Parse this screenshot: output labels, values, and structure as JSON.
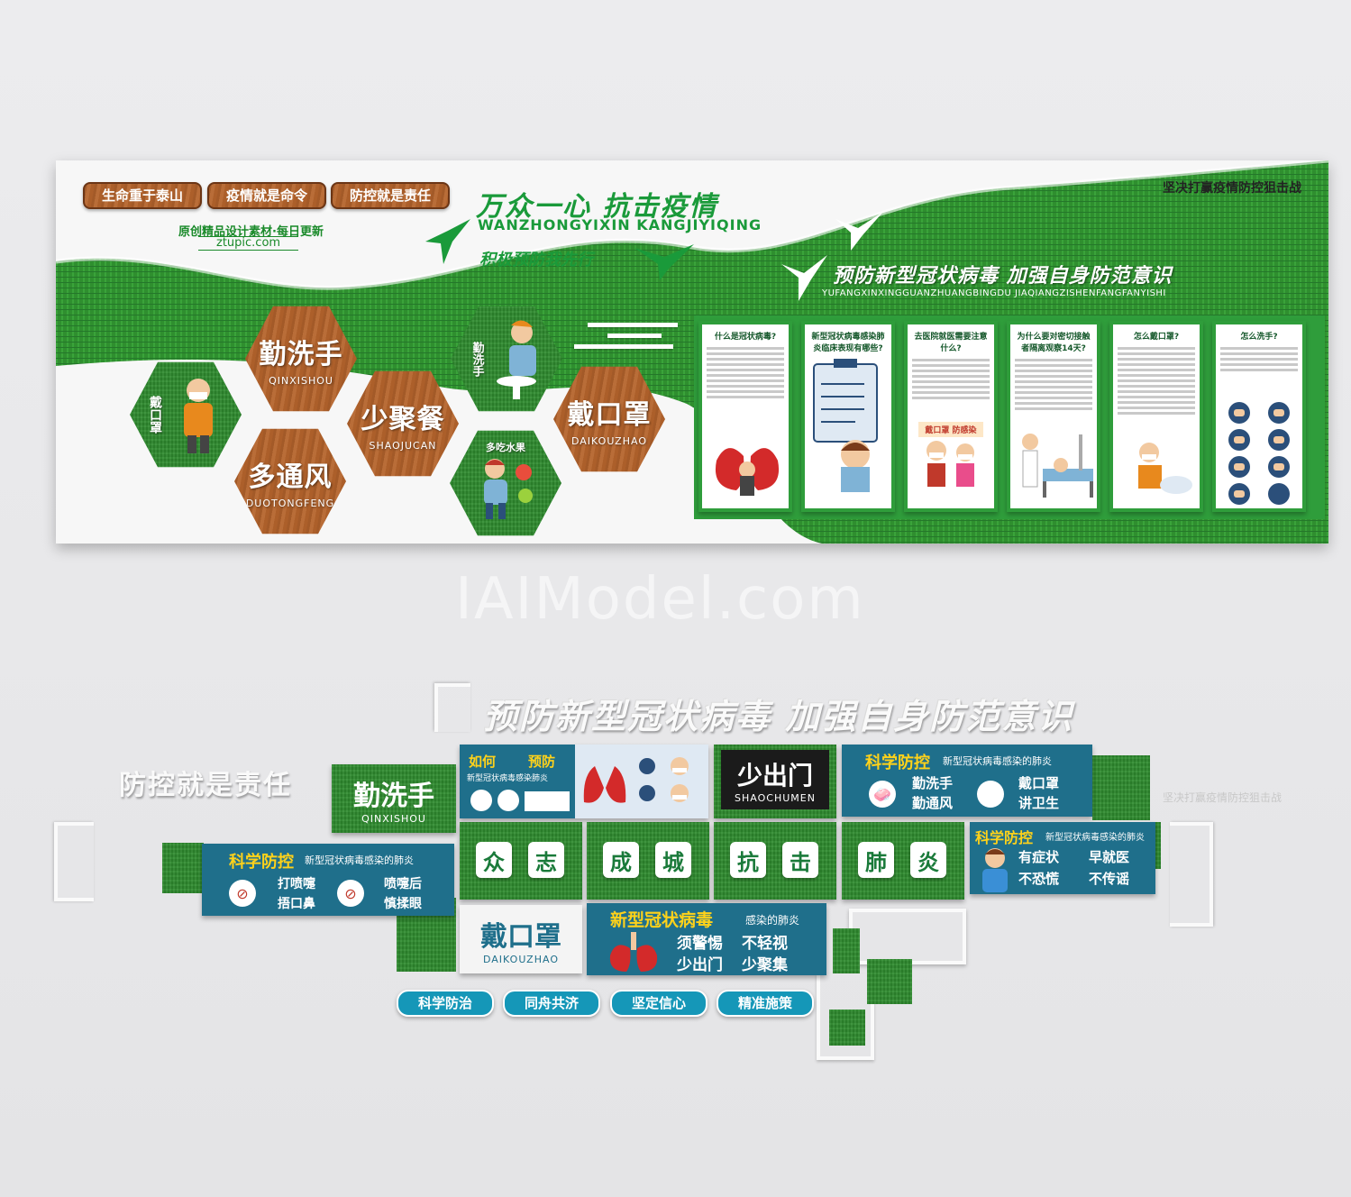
{
  "top_wall": {
    "pills": [
      "生命重于泰山",
      "疫情就是命令",
      "防控就是责任"
    ],
    "promo_line1": "原创精品设计素材·每日更新",
    "promo_line2": "ztupic.com",
    "main_title": "万众一心  抗击疫情",
    "main_pinyin": "WANZHONGYIXIN  KANGJIYIQING",
    "sub_title": "积极预防我先行",
    "corner_slogan": "坚决打赢疫情防控狙击战",
    "band_title": "预防新型冠状病毒  加强自身防范意识",
    "band_pinyin": "YUFANGXINXINGGUANZHUANGBINGDU  JIAQIANGZISHENFANGFANYISHI",
    "hexes": [
      {
        "text": "勤洗手",
        "pinyin": "QINXISHOU"
      },
      {
        "text": "少聚餐",
        "pinyin": "SHAOJUCAN"
      },
      {
        "text": "戴口罩",
        "pinyin": "DAIKOUZHAO"
      },
      {
        "text": "多通风",
        "pinyin": "DUOTONGFENG"
      }
    ],
    "icon_hexes": [
      "戴口罩",
      "勤洗手",
      "多吃水果"
    ],
    "panels": [
      {
        "title": "什么是冠状病毒?"
      },
      {
        "title": "新型冠状病毒感染肺炎临床表现有哪些?"
      },
      {
        "title": "去医院就医需要注意什么?"
      },
      {
        "title": "为什么要对密切接触者隔离观察14天?"
      },
      {
        "title": "怎么戴口罩?"
      },
      {
        "title": "怎么洗手?"
      }
    ],
    "panel3_badge": "戴口罩 防感染"
  },
  "watermark": "IAIModel.com",
  "bottom_wall": {
    "headline": "预防新型冠状病毒  加强自身防范意识",
    "side_slogan": "防控就是责任",
    "right_faint": "坚决打赢疫情防控狙击战",
    "qinxishou": {
      "text": "勤洗手",
      "pinyin": "QINXISHOU"
    },
    "shaochumen": {
      "text": "少出门",
      "pinyin": "SHAOCHUMEN"
    },
    "daikouzhao": {
      "text": "戴口罩",
      "pinyin": "DAIKOUZHAO"
    },
    "howto": {
      "a": "如何",
      "b": "预防",
      "sub": "新型冠状病毒感染肺炎"
    },
    "sci1": {
      "title": "科学防控",
      "sub": "新型冠状病毒感染的肺炎",
      "items": [
        "勤洗手",
        "戴口罩",
        "勤通风",
        "讲卫生"
      ]
    },
    "sci2": {
      "title": "科学防控",
      "sub": "新型冠状病毒感染的肺炎",
      "items": [
        "打喷嚏",
        "喷嚏后",
        "捂口鼻",
        "慎揉眼"
      ]
    },
    "sci3": {
      "title": "科学防控",
      "sub": "新型冠状病毒感染的肺炎",
      "items": [
        "有症状",
        "早就医",
        "不恐慌",
        "不传谣"
      ]
    },
    "virus": {
      "title": "新型冠状病毒",
      "sub": "感染的肺炎",
      "items": [
        "须警惕",
        "不轻视",
        "少出门",
        "少聚集"
      ]
    },
    "chars": [
      "众",
      "志",
      "成",
      "城",
      "抗",
      "击",
      "肺",
      "炎"
    ],
    "tags": [
      "科学防治",
      "同舟共济",
      "坚定信心",
      "精准施策"
    ]
  },
  "colors": {
    "grass": "#2e8b2e",
    "wood": "#b5642c",
    "teal": "#1f6f8b",
    "tag": "#1597b8",
    "title_green": "#1a9a3a"
  }
}
